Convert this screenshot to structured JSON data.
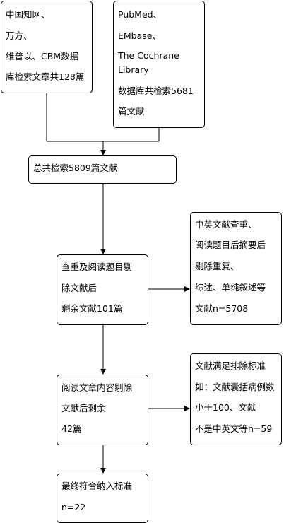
{
  "boxes": {
    "cnki": {
      "lines": [
        "中国知网、",
        "万方、",
        "维普以、CBM数据",
        "库检索文章共128篇"
      ]
    },
    "pubmed": {
      "lines": [
        "PubMed、",
        "EMbase、",
        "The Cochrane",
        "Library",
        "数据库共检索5681",
        "篇文献"
      ]
    },
    "total": {
      "lines": [
        "总共检索5809篇文献"
      ]
    },
    "screen1": {
      "lines": [
        "查重及阅读题目剔",
        "除文献后",
        "剩余文献101篇"
      ]
    },
    "exclude1": {
      "lines": [
        "中英文献查重、",
        "阅读题目后摘要后",
        "剔除重复、",
        "综述、单纯叙述等",
        "文献n=5708"
      ]
    },
    "screen2": {
      "lines": [
        "阅读文章内容剔除",
        "文献后剩余",
        "42篇"
      ]
    },
    "exclude2": {
      "lines": [
        "文献满足排除标准",
        "如：文献囊括病例数",
        "小于100、文献",
        "不是中英文等n=59"
      ]
    },
    "final": {
      "lines": [
        "最终符合纳入标准",
        "n=22"
      ]
    }
  }
}
